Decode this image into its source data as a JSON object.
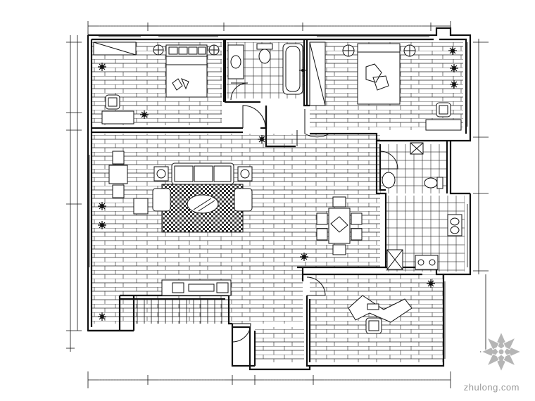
{
  "watermark": {
    "text": "zhulong.com",
    "color": "#9a9a9a"
  },
  "colors": {
    "line": "#111111",
    "background": "#ffffff",
    "logo_gray": "#b5b5b5"
  },
  "logo_icon": "zhulong-flower-logo",
  "fixtures": {
    "beds": 2,
    "sofa_seats": 3,
    "dining_chairs": 6,
    "toilets": 2,
    "bathtub": 1
  }
}
